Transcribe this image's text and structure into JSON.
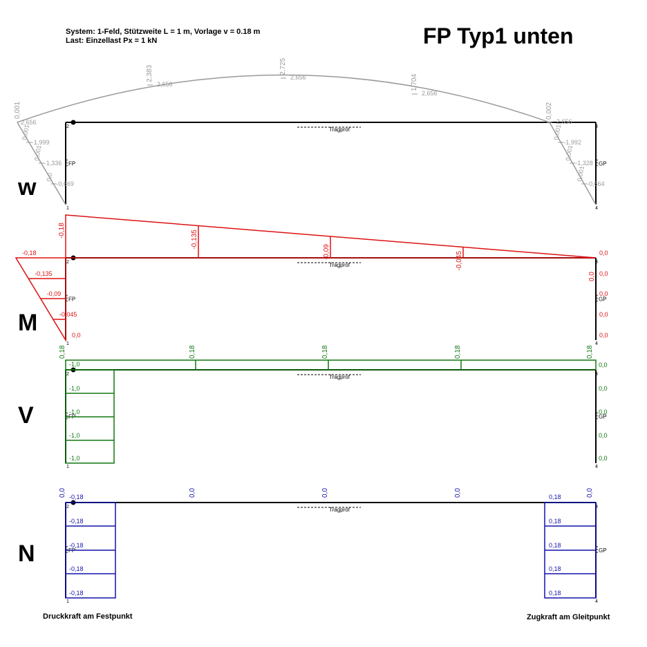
{
  "header": {
    "system_line": "System: 1-Feld, Stützweite L = 1 m, Vorlage v = 0.18 m",
    "load_line": "Last: Einzellast Px = 1 kN",
    "title": "FP Typ1 unten"
  },
  "frame_labels": {
    "node_1": "1",
    "node_2": "2",
    "node_3": "3",
    "node_4": "4",
    "beam_label": "Tragprof",
    "left_support": "FP",
    "right_support": "GP"
  },
  "colors": {
    "w": "#999999",
    "m": "#dd1111",
    "v": "#117711",
    "n": "#1111aa",
    "frame": "#000000"
  },
  "diagrams": {
    "w": {
      "title": "w",
      "beam_values": [
        "2,383",
        "2,725",
        "1,704",
        "0,002"
      ],
      "beam_values_left": "0,001",
      "beam_secondary": [
        "2,656",
        "2,656",
        "2,656",
        "2,656",
        "2,656"
      ],
      "left_col_values": [
        "-1,999",
        "-1,336",
        "-0,669"
      ],
      "left_col_rot": [
        "0,001",
        "0,001",
        "0,0"
      ],
      "right_col_values": [
        "-1,992",
        "-1,328",
        "-0,664"
      ],
      "right_col_rot": [
        "0,001",
        "0,001",
        "0,001"
      ]
    },
    "m": {
      "title": "M",
      "beam_values": [
        "-0,18",
        "-0,135",
        "-0,09",
        "-0,045",
        "0,0"
      ],
      "left_col_values": [
        "-0,18",
        "-0,135",
        "-0,09",
        "-0,045",
        "0,0"
      ],
      "right_col_values": [
        "0,0",
        "0,0",
        "0,0",
        "0,0",
        "0,0"
      ]
    },
    "v": {
      "title": "V",
      "beam_values": [
        "0,18",
        "0,18",
        "0,18",
        "0,18",
        "0,18"
      ],
      "left_col_values": [
        "-1,0",
        "-1,0",
        "-1,0",
        "-1,0",
        "-1,0"
      ],
      "right_col_values": [
        "0,0",
        "0,0",
        "0,0",
        "0,0",
        "0,0"
      ]
    },
    "n": {
      "title": "N",
      "beam_values": [
        "0,0",
        "0,0",
        "0,0",
        "0,0",
        "0,0"
      ],
      "left_col_values": [
        "-0,18",
        "-0,18",
        "-0,18",
        "-0,18",
        "-0,18"
      ],
      "right_col_values": [
        "0,18",
        "0,18",
        "0,18",
        "0,18",
        "0,18"
      ]
    }
  },
  "footer": {
    "left": "Druckkraft am Festpunkt",
    "right": "Zugkraft am Gleitpunkt"
  }
}
